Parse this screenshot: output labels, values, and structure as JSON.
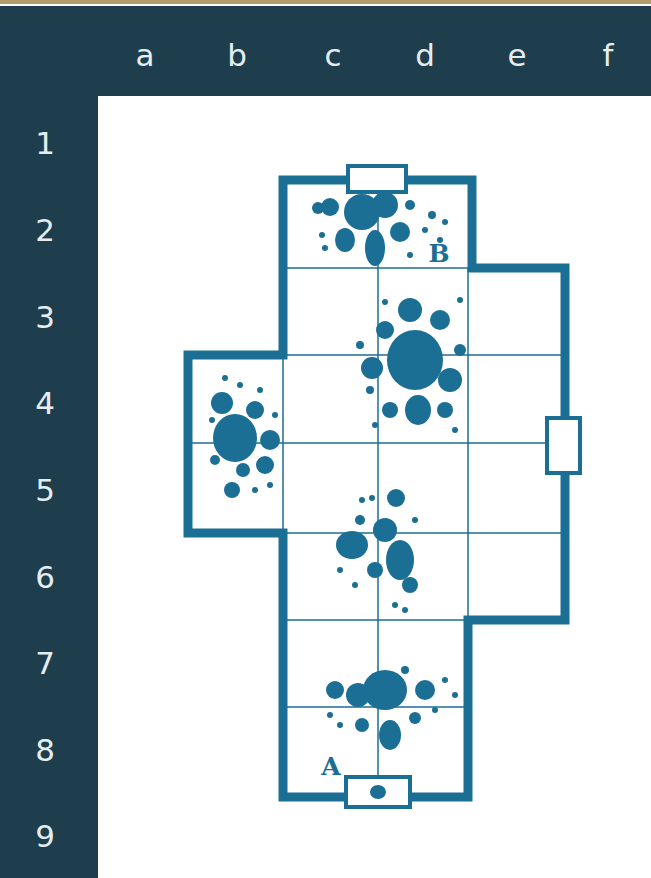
{
  "diagram": {
    "labels": [
      "a",
      "b",
      "c",
      "d",
      "e",
      "f",
      "1",
      "2",
      "3",
      "4",
      "5",
      "6",
      "7",
      "8",
      "9",
      "A",
      "B"
    ]
  }
}
